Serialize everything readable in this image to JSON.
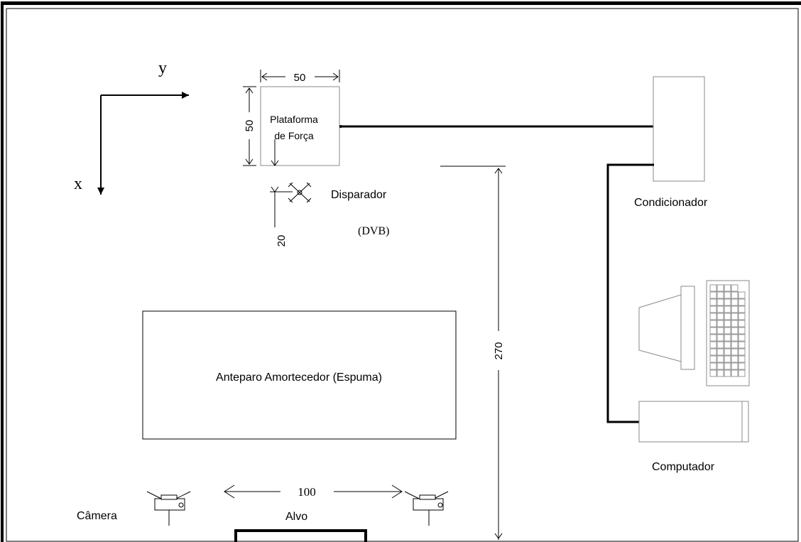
{
  "axes": {
    "x_label": "x",
    "y_label": "y"
  },
  "platform": {
    "line1": "Plataforma",
    "line2": "de Força",
    "width_dim": "50",
    "height_dim": "50"
  },
  "trigger": {
    "label": "Disparador",
    "sublabel": "(DVB)",
    "offset_dim": "20"
  },
  "conditioner": {
    "label": "Condicionador"
  },
  "computer": {
    "label": "Computador"
  },
  "foam": {
    "label": "Anteparo Amortecedor (Espuma)"
  },
  "distance": {
    "label": "270"
  },
  "camera": {
    "label": "Câmera",
    "spacing": "100"
  },
  "target": {
    "label": "Alvo"
  }
}
